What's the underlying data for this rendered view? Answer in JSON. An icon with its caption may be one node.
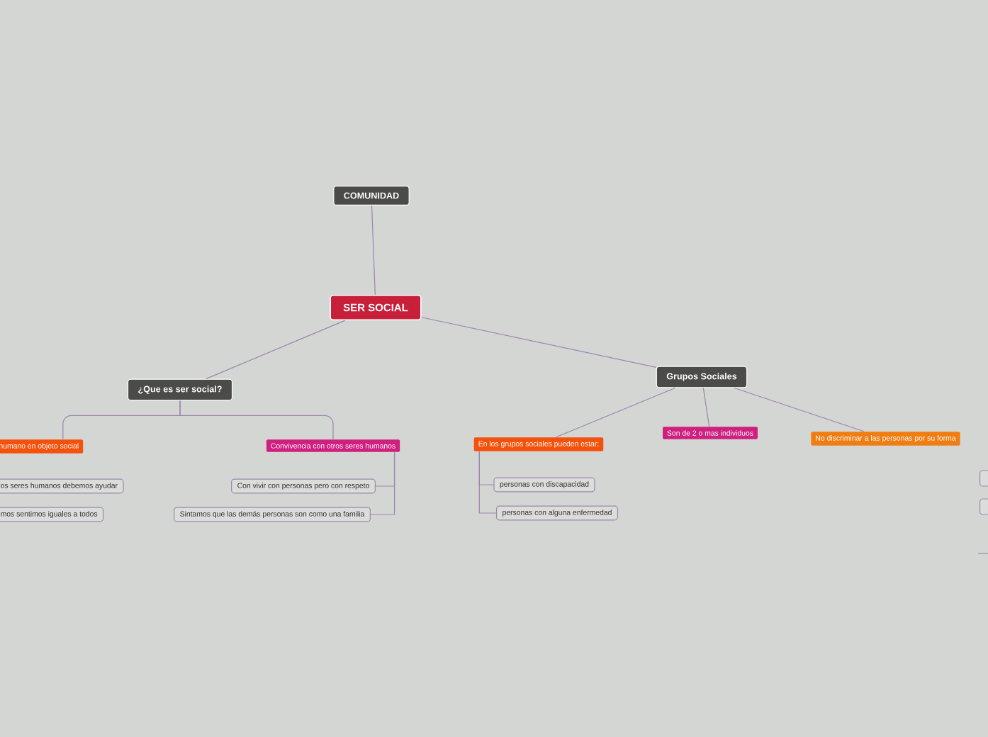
{
  "diagram": {
    "nodes": [
      {
        "text": [
          "SER SOCIAL"
        ]
      },
      {
        "text": [
          "COMUNIDAD"
        ]
      },
      {
        "text": [
          "¿Que es ser social?"
        ]
      },
      {
        "text": [
          "Grupos Sociales"
        ]
      },
      {
        "text": [
          "humano en objeto social"
        ]
      },
      {
        "text": [
          "Convivencia con otros seres humanos"
        ]
      },
      {
        "text": [
          "os seres humanos debemos ayudar"
        ]
      },
      {
        "text": [
          "mos sentimos iguales a todos"
        ]
      },
      {
        "text": [
          "Con vivir con personas pero con respeto"
        ]
      },
      {
        "text": [
          "Sintamos que las demás personas son como una familia"
        ]
      },
      {
        "text": [
          "En los grupos sociales pueden estar:"
        ]
      },
      {
        "text": [
          "Son de 2 o mas individuos"
        ]
      },
      {
        "text": [
          "No discriminar a las personas por su forma"
        ]
      },
      {
        "text": [
          "personas con discapacidad"
        ]
      },
      {
        "text": [
          "personas con alguna enfermedad"
        ]
      },
      {
        "text": [],
        "shape": "box"
      },
      {
        "text": [],
        "shape": "box"
      }
    ],
    "edges": [
      {
        "from": 0,
        "to": 1,
        "arrow": "none"
      },
      {
        "from": 0,
        "to": 2,
        "arrow": "none"
      },
      {
        "from": 0,
        "to": 3,
        "arrow": "none"
      },
      {
        "from": 2,
        "to": 4,
        "arrow": "none"
      },
      {
        "from": 2,
        "to": 5,
        "arrow": "none"
      },
      {
        "from": 5,
        "to": 8,
        "arrow": "none"
      },
      {
        "from": 5,
        "to": 9,
        "arrow": "none"
      },
      {
        "from": 3,
        "to": 10,
        "arrow": "none"
      },
      {
        "from": 3,
        "to": 11,
        "arrow": "none"
      },
      {
        "from": 3,
        "to": 12,
        "arrow": "none"
      },
      {
        "from": 10,
        "to": 13,
        "arrow": "none"
      },
      {
        "from": 10,
        "to": 14,
        "arrow": "none"
      }
    ]
  }
}
